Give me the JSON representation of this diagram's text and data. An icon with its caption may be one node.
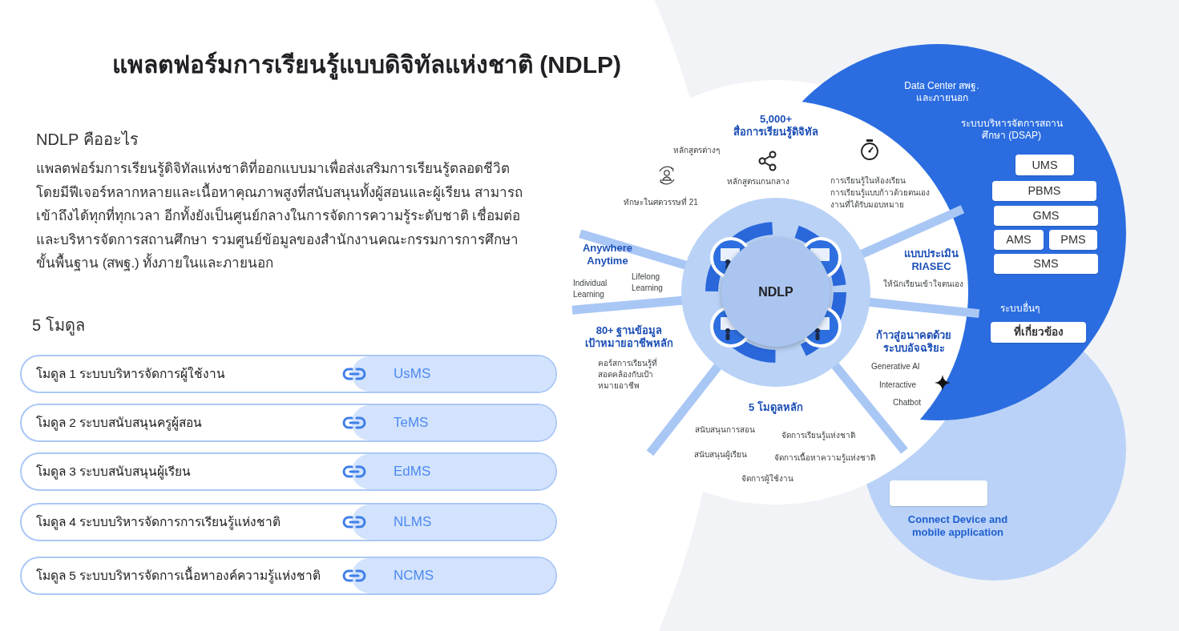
{
  "diagram": {
    "title": "แพลตฟอร์มการเรียนรู้แบบดิจิทัลแห่งชาติ (NDLP)",
    "nodes": [
      {
        "text": [
          "โมดูล 1 ระบบบริหารจัดการผู้ใช้งาน",
          "UsMS"
        ]
      },
      {
        "text": [
          "โมดูล 2 ระบบสนับสนุนครูผู้สอน",
          "TeMS"
        ]
      },
      {
        "text": [
          "โมดูล 3 ระบบสนับสนุนผู้เรียน",
          "EdMS"
        ]
      },
      {
        "text": [
          "โมดูล 4 ระบบบริหารจัดการการเรียนรู้แห่งชาติ",
          "NLMS"
        ]
      },
      {
        "text": [
          "โมดูล 5 ระบบบริหารจัดการเนื้อหาองค์ความรู้แห่งชาติ",
          "NCMS"
        ]
      },
      {
        "text": [
          "NDLP"
        ]
      },
      {
        "text": [
          "5,000+ สื่อการเรียนรู้ดิจิทัล",
          "หลักสูตรต่างๆ",
          "ทักษะในศตวรรษที่ 21",
          "หลักสูตรแกนกลาง",
          "การเรียนรู้ในห้องเรียน",
          "การเรียนรู้แบบก้าวด้วยตนเอง",
          "งานที่ได้รับมอบหมาย"
        ]
      },
      {
        "text": [
          "Anywhere Anytime",
          "Individual Learning",
          "Lifelong Learning"
        ]
      },
      {
        "text": [
          "80+ ฐานข้อมูล เป้าหมายอาชีพหลัก",
          "คอร์สการเรียนรู้ที่สอดคล้องกับเป้าหมายอาชีพ"
        ]
      },
      {
        "text": [
          "5 โมดูลหลัก",
          "สนับสนุนการสอน",
          "จัดการเรียนรู้แห่งชาติ",
          "สนับสนุนผู้เรียน",
          "จัดการเนื้อหาความรู้แห่งชาติ",
          "จัดการผู้ใช้งาน"
        ]
      },
      {
        "text": [
          "ก้าวสู่อนาคตด้วยระบบอัจฉริยะ",
          "Generative AI",
          "Interactive",
          "Chatbot"
        ]
      },
      {
        "text": [
          "แบบประเมิน RIASEC",
          "ให้นักเรียนเข้าใจตนเอง"
        ]
      },
      {
        "text": [
          "Data Center สพฐ. และภายนอก",
          "ระบบบริหารจัดการสถานศึกษา (DSAP)",
          "ระบบอื่นๆ"
        ]
      },
      {
        "text": [
          "UMS"
        ],
        "in": 12
      },
      {
        "text": [
          "PBMS"
        ],
        "in": 12
      },
      {
        "text": [
          "GMS"
        ],
        "in": 12
      },
      {
        "text": [
          "AMS"
        ],
        "in": 12
      },
      {
        "text": [
          "PMS"
        ],
        "in": 12
      },
      {
        "text": [
          "SMS"
        ],
        "in": 12
      },
      {
        "text": [
          "ที่เกี่ยวข้อง"
        ]
      },
      {
        "text": [
          "Connect Device and mobile application"
        ]
      },
      {
        "text": [],
        "shape": "box",
        "in": 20
      }
    ],
    "labels": [
      "NDLP คืออะไร",
      "แพลตฟอร์มการเรียนรู้ดิจิทัลแห่งชาติที่ออกแบบมาเพื่อส่งเสริมการเรียนรู้ตลอดชีวิต โดยมีฟีเจอร์หลากหลายและเนื้อหาคุณภาพสูงที่สนับสนุนทั้งผู้สอนและผู้เรียน สามารถเข้าถึงได้ทุกที่ทุกเวลา อีกทั้งยังเป็นศูนย์กลางในการจัดการความรู้ระดับชาติ เชื่อมต่อและบริหารจัดการสถานศึกษา รวมศูนย์ข้อมูลของสำนักงานคณะกรรมการการศึกษาขั้นพื้นฐาน (สพฐ.) ทั้งภายในและภายนอก",
      "5 โมดูล"
    ]
  }
}
